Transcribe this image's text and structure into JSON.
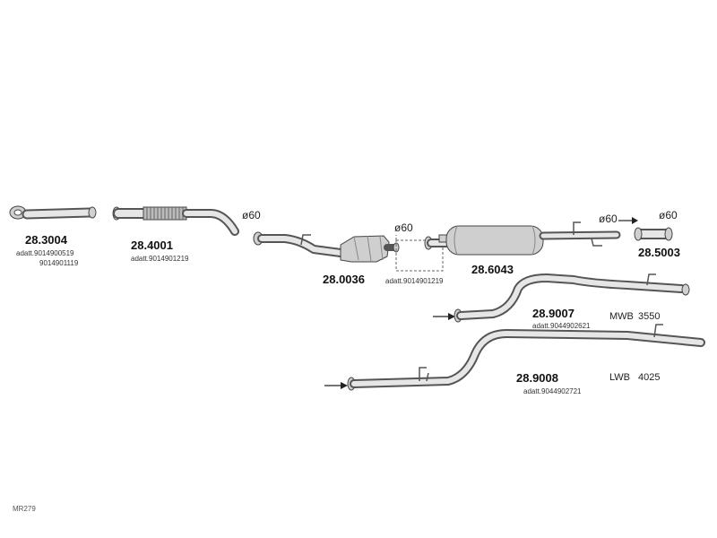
{
  "diagram_code": "MR279",
  "parts": {
    "front_pipe": {
      "number": "28.3004",
      "refs": [
        "adatt.9014900519",
        "9014901119"
      ]
    },
    "flex_pipe": {
      "number": "28.4001",
      "refs": [
        "adatt.9014901219"
      ]
    },
    "catalyst": {
      "number": "28.0036"
    },
    "mid_silencer": {
      "number": "28.6043",
      "refs": [
        "adatt.9014901219"
      ]
    },
    "adapter": {
      "number": "28.5003"
    },
    "rear_mwb": {
      "number": "28.9007",
      "refs": [
        "adatt.9044902621"
      ],
      "variant": "MWB",
      "wheelbase": "3550"
    },
    "rear_lwb": {
      "number": "28.9008",
      "refs": [
        "adatt.9044902721"
      ],
      "variant": "LWB",
      "wheelbase": "4025"
    }
  },
  "diameters": {
    "d1": "ø60",
    "d2": "ø60",
    "d3": "ø60",
    "d4": "ø60"
  }
}
